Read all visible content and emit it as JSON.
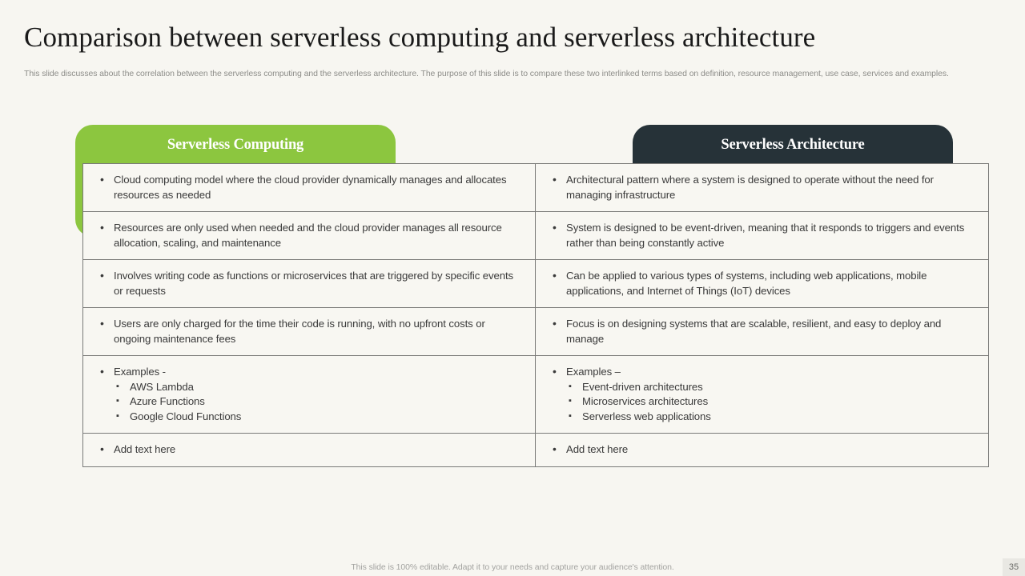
{
  "slide": {
    "title": "Comparison between serverless computing and serverless architecture",
    "subtitle": "This slide discusses about the correlation between the serverless computing and the serverless architecture. The purpose of this slide is to compare these two interlinked terms based on definition, resource management, use case, services and examples.",
    "footer_note": "This slide is 100% editable. Adapt it to your needs and capture your audience's attention.",
    "page_number": "35"
  },
  "colors": {
    "accent_green": "#8cc63f",
    "accent_dark": "#263238",
    "background": "#f7f6f1",
    "cell_background": "#f8f7f2",
    "body_text": "#3a3a3a",
    "muted_text": "#8e8e8a"
  },
  "columns": [
    {
      "id": "serverless-computing",
      "header": "Serverless Computing",
      "style": "green"
    },
    {
      "id": "serverless-architecture",
      "header": "Serverless Architecture",
      "style": "dark"
    }
  ],
  "rows": [
    {
      "left": {
        "bullet": "Cloud computing model where the cloud provider dynamically manages and allocates resources as needed",
        "sub": []
      },
      "right": {
        "bullet": "Architectural pattern where a system is designed to operate without the need for managing infrastructure",
        "sub": []
      }
    },
    {
      "left": {
        "bullet": "Resources are only used when needed and the cloud provider manages all resource allocation, scaling, and maintenance",
        "sub": []
      },
      "right": {
        "bullet": "System is designed to be event-driven, meaning that it responds to triggers and events rather than being constantly active",
        "sub": []
      }
    },
    {
      "left": {
        "bullet": "Involves writing code as functions or microservices that are triggered by specific events or requests",
        "sub": []
      },
      "right": {
        "bullet": "Can be applied to various types of systems, including web applications, mobile applications, and Internet of Things (IoT) devices",
        "sub": []
      }
    },
    {
      "left": {
        "bullet": "Users are only charged for the time their code is running, with no upfront costs or ongoing maintenance fees",
        "sub": []
      },
      "right": {
        "bullet": "Focus is on designing systems that are scalable, resilient, and easy to deploy and manage",
        "sub": []
      }
    },
    {
      "left": {
        "bullet": "Examples -",
        "sub": [
          "AWS Lambda",
          "Azure Functions",
          "Google Cloud Functions"
        ]
      },
      "right": {
        "bullet": "Examples –",
        "sub": [
          "Event-driven architectures",
          "Microservices architectures",
          "Serverless web applications"
        ]
      }
    },
    {
      "left": {
        "bullet": "Add text here",
        "sub": []
      },
      "right": {
        "bullet": "Add text here",
        "sub": []
      }
    }
  ]
}
